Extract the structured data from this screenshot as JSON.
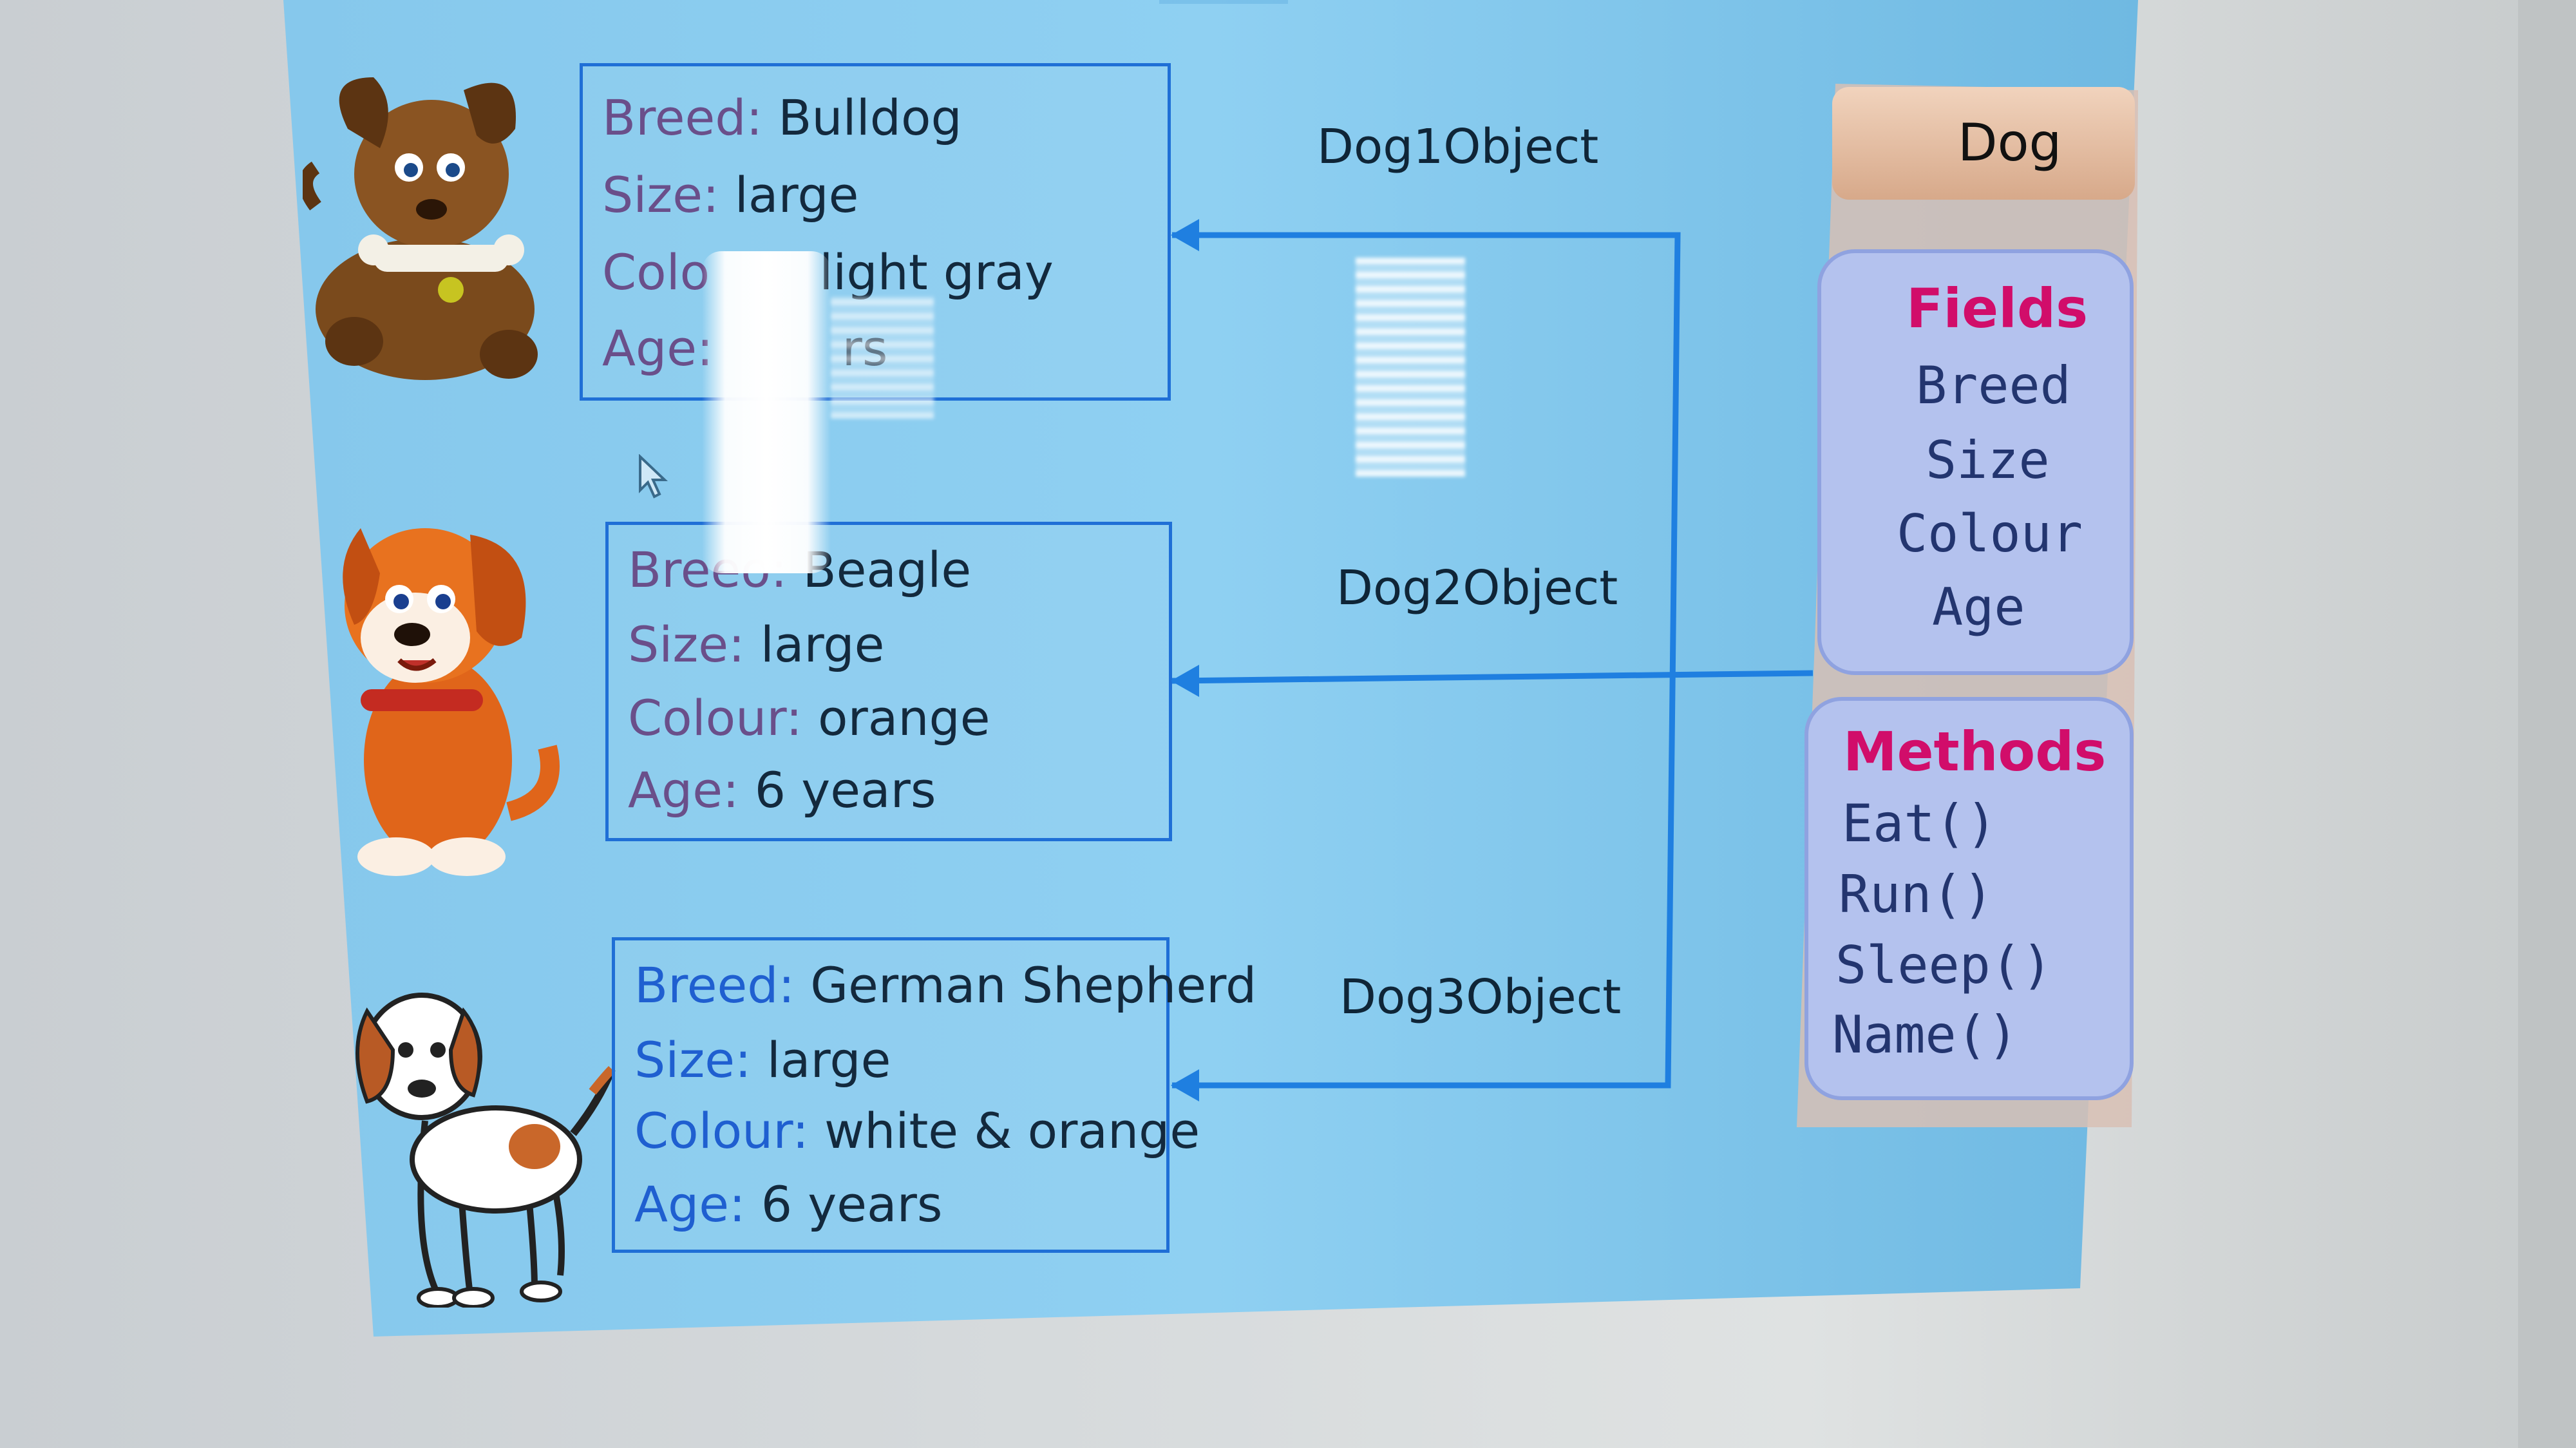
{
  "dogs": [
    {
      "object": "Dog1Object",
      "breed_key": "Breed:",
      "breed": "Bulldog",
      "size_key": "Size:",
      "size": "large",
      "colour_key": "Colo",
      "colour": "light gray",
      "age_key": "Age:",
      "age": "rs"
    },
    {
      "object": "Dog2Object",
      "breed_key": "Breeo:",
      "breed": "Beagle",
      "size_key": "Size:",
      "size": "large",
      "colour_key": "Colour:",
      "colour": "orange",
      "age_key": "Age:",
      "age": "6 years"
    },
    {
      "object": "Dog3Object",
      "breed_key": "Breed:",
      "breed": "German Shepherd",
      "size_key": "Size:",
      "size": "large",
      "colour_key": "Colour:",
      "colour": "white & orange",
      "age_key": "Age:",
      "age": "6 years"
    }
  ],
  "class": {
    "name": "Dog",
    "fields_title": "Fields",
    "fields": [
      "Breed",
      "Size",
      "Colour",
      "Age"
    ],
    "methods_title": "Methods",
    "methods": [
      "Eat()",
      "Run()",
      "Sleep()",
      "Name()"
    ]
  },
  "colors": {
    "slide_bg": "#7cc3ea",
    "arrow": "#1f7fe0",
    "box_border": "#1f6fd6",
    "section_title": "#d10d6a",
    "class_header": "#e3b79a"
  },
  "icons": [
    "mouse-cursor-icon",
    "bulldog-illustration",
    "beagle-illustration",
    "german-shepherd-illustration"
  ]
}
